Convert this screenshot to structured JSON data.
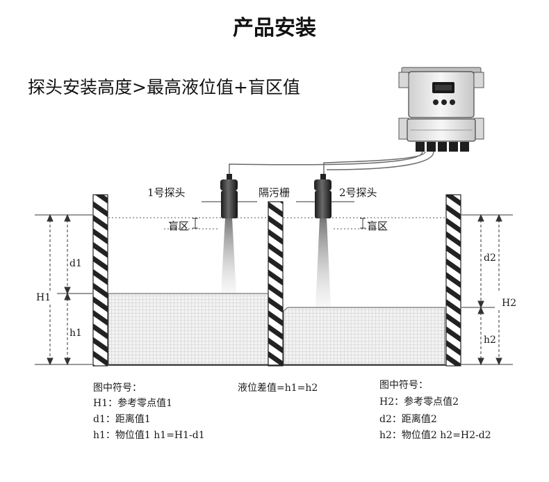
{
  "title": "产品安装",
  "subtitle": "探头安装高度>最高液位值+盲区值",
  "labels": {
    "probe1": "1号探头",
    "probe2": "2号探头",
    "screen": "隔污栅",
    "blind_left": "盲区",
    "blind_right": "盲区",
    "d1": "d1",
    "h1": "h1",
    "H1": "H1",
    "d2": "d2",
    "h2": "h2",
    "H2": "H2"
  },
  "legend_left": {
    "heading": "图中符号：",
    "line1": "H1：参考零点值1",
    "line2": "d1：距离值1",
    "line3": "h1：物位值1   h1=H1-d1"
  },
  "legend_mid": {
    "line1": "液位差值=h1=h2"
  },
  "legend_right": {
    "heading": "图中符号：",
    "line1": "H2：参考零点值2",
    "line2": "d2：距离值2",
    "line3": "h2：物位值2    h2=H2-d2"
  }
}
